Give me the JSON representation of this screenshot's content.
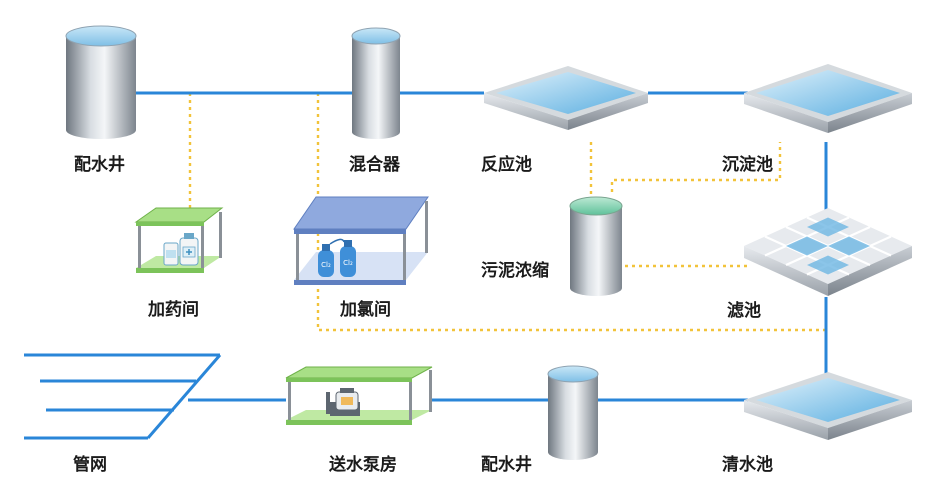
{
  "labels": {
    "well_top": "配水井",
    "mixer": "混合器",
    "reaction_tank": "反应池",
    "sedimentation_tank": "沉淀池",
    "dosing_room": "加药间",
    "chlorination_room": "加氯间",
    "sludge_thickener": "污泥浓缩",
    "filter": "滤池",
    "pipe_network": "管网",
    "pump_house": "送水泵房",
    "well_bottom": "配水井",
    "clear_water_tank": "清水池"
  },
  "chlorine_symbol": "Cl₂",
  "colors": {
    "water_pipe": "#2a86d8",
    "dosing_line": "#f2c33a",
    "room_green": "#8fd16a",
    "room_blue": "#7b9ad6",
    "water_surface": "#a9d6ef",
    "sludge_top": "#7fd3b0",
    "cylinder_gray": "#9aa2ab"
  }
}
